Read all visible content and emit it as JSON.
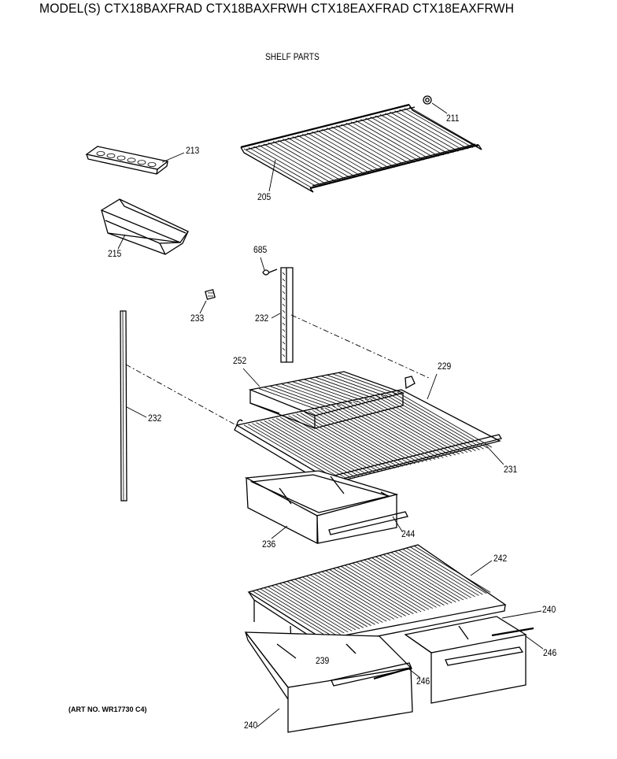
{
  "title": "MODEL(S) CTX18BAXFRAD  CTX18BAXFRWH  CTX18EAXFRAD  CTX18EAXFRWH",
  "section": "SHELF PARTS",
  "art_number": "(ART NO. WR17730 C4)",
  "callouts": {
    "c211": "211",
    "c213": "213",
    "c205": "205",
    "c215": "215",
    "c685": "685",
    "c233": "233",
    "c232_upper": "232",
    "c232_left": "232",
    "c252": "252",
    "c229": "229",
    "c231": "231",
    "c244": "244",
    "c236": "236",
    "c242": "242",
    "c240_right": "240",
    "c246_right": "246",
    "c239": "239",
    "c246_left": "246",
    "c240_left": "240"
  },
  "parts": [
    "shelf-205",
    "shelf-cap-211",
    "egg-tray-213",
    "bin-215",
    "clip-685",
    "clip-233",
    "shelf-support-232",
    "shelf-252",
    "shelf-229",
    "trim-231",
    "pan-236",
    "handle-244",
    "cover-242",
    "pan-240",
    "handle-246",
    "support-239"
  ]
}
